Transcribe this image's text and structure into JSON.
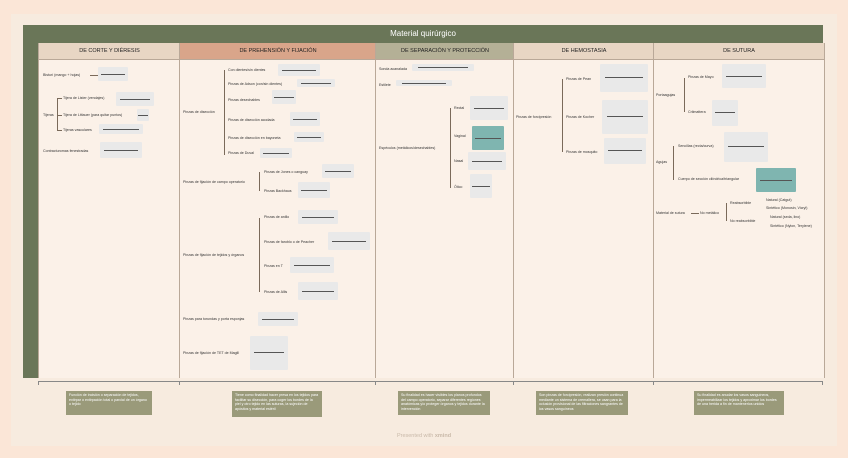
{
  "title": "Material quirúrgico",
  "columns": [
    {
      "label": "DE CORTE Y DIÉRESIS",
      "color": "#e8d6c4"
    },
    {
      "label": "DE PREHENSIÓN Y FIJACIÓN",
      "color": "#d9a58a"
    },
    {
      "label": "DE SEPARACIÓN Y PROTECCIÓN",
      "color": "#b4b096"
    },
    {
      "label": "DE HEMOSTASIA",
      "color": "#e8d6c4"
    },
    {
      "label": "DE SUTURA",
      "color": "#e8d6c4"
    }
  ],
  "corte": {
    "bisturi": "Bisturí (mango + hojas)",
    "tijeras": "Tijeras",
    "tijera_lister": "Tijera de Lister (vendajes)",
    "tijera_littauer": "Tijera de Littauer (para quitar puntos)",
    "tijeras_vasculares": "Tijeras vasculares",
    "contracturomas": "Contracturomas fenestradas"
  },
  "prehension": {
    "pinzas_diseccion": "Pinzas de disección",
    "con_dientes": "Con dientes/sin dientes",
    "adson": "Pinzas de Adson (con/sin dientes)",
    "desechables": "Pinzas desechables",
    "acodada": "Pinzas de disección acodada",
    "bayoneta": "Pinzas de disección en bayoneta",
    "duval": "Pinzas de Duval",
    "campo": "Pinzas de fijación de campo operatorio",
    "jones": "Pinzas de Jones o canguay",
    "backhaus": "Pinzas Backhaus",
    "tejidos": "Pinzas de fijación de tejidos y órganos",
    "anillo": "Pinzas de anillo",
    "faroblo": "Pinzas de faroblo o de Peacher",
    "en_t": "Pinzas en T",
    "allis": "Pinzas de Allis",
    "torundas": "Pinzas para torundas y porta esponjas",
    "magill": "Pinzas de fijación de TET de Magill"
  },
  "separacion": {
    "sonda": "Sonda acanalada",
    "estilete": "Estilete",
    "especulos": "Espéculos (metálicos/desechables)",
    "rectal": "Rectal",
    "vaginal": "Vaginal",
    "nasal": "Nasal",
    "otico": "Ótico"
  },
  "hemostasia": {
    "forcipresion": "Pinzas de forcipresión",
    "pean": "Pinzas de Pean",
    "kocher": "Pinzas de Kocher",
    "mosquito": "Pinzas de mosquito"
  },
  "sutura": {
    "portaagujas": "Portaagujas",
    "mayo": "Pinzas de Mayo",
    "crilmattera": "Crilmattera",
    "agujas": "Agujas",
    "sencillas": "Sencillas (recta/curva)",
    "cuerpo": "Cuerpo de sección cilíndrica/triangular",
    "material": "Material de sutura",
    "no_metalico": "No metálico",
    "reabsorbible": "Reabsorbible",
    "natural_catgut": "Natural (Catgut)",
    "sintetico_1": "Sintético (Monosin, Vicryl)",
    "no_reabsorbible": "No reabsorbible",
    "natural_seda": "Natural (seda, lino)",
    "sintetico_2": "Sintético (Nylon, Terylene)"
  },
  "notes": [
    "Función de incisión o separación de tejidos, extirpar o extirpación total o parcial de un órgano o tejido",
    "Tiene como finalidad hacer presa en los tejidos para facilitar su disección, para coger los bordes de la piel y otro tejido en las suturas, la sujeción de apósitos y material estéril",
    "Su finalidad es hacer visibles los planos profundos del campo operatorio, separar diferentes regiones anatómicas y/o proteger órganos y tejidos durante la intervención",
    "Son pinzas de forcipresión, realizan presión continua mediante un sistema de cremallera, se usan para la oclusión provisional de las filtraciones sangrantes de los vasos sanguíneos",
    "Su finalidad es anudar los vasos sanguíneos, impermeabilizar los tejidos y aproximar los bordes de una herida a fin de mantenerlos unidos"
  ],
  "footer_text": "Presented with",
  "footer_brand": "xmind"
}
